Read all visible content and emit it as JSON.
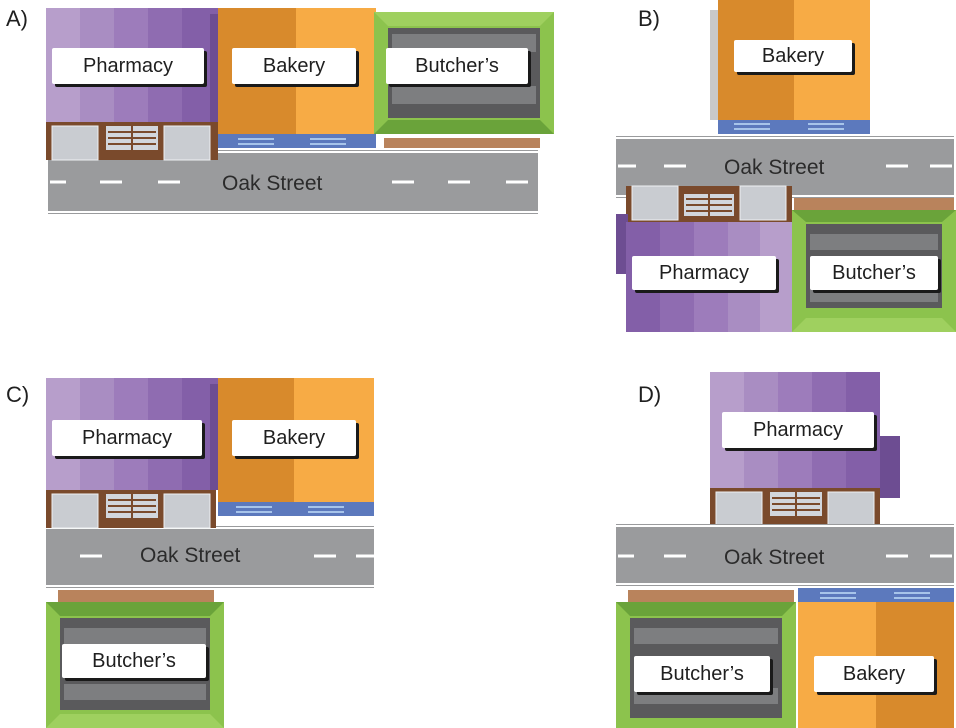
{
  "panels": {
    "a": {
      "letter": "A)",
      "street": "Oak Street",
      "pharmacy": "Pharmacy",
      "bakery": "Bakery",
      "butcher": "Butcher’s"
    },
    "b": {
      "letter": "B)",
      "street": "Oak Street",
      "pharmacy": "Pharmacy",
      "bakery": "Bakery",
      "butcher": "Butcher’s"
    },
    "c": {
      "letter": "C)",
      "street": "Oak Street",
      "pharmacy": "Pharmacy",
      "bakery": "Bakery",
      "butcher": "Butcher’s"
    },
    "d": {
      "letter": "D)",
      "street": "Oak Street",
      "pharmacy": "Pharmacy",
      "bakery": "Bakery",
      "butcher": "Butcher’s"
    }
  },
  "colors": {
    "road": "#9a9b9d",
    "road_line": "#ffffff",
    "pharmacy": [
      "#b79ecb",
      "#a98dc2",
      "#9d7cbb",
      "#8f6cb1",
      "#835fa8"
    ],
    "bakery_dark": "#d88a2c",
    "bakery_light": "#f7ab45",
    "butcher_light": "#8cc34d",
    "butcher_dark": "#6aa33a",
    "awning_blue": "#5c79bd",
    "awning_stripe": "#a7c4ea",
    "brown": "#7a4a2c",
    "tan": "#b9835c"
  }
}
